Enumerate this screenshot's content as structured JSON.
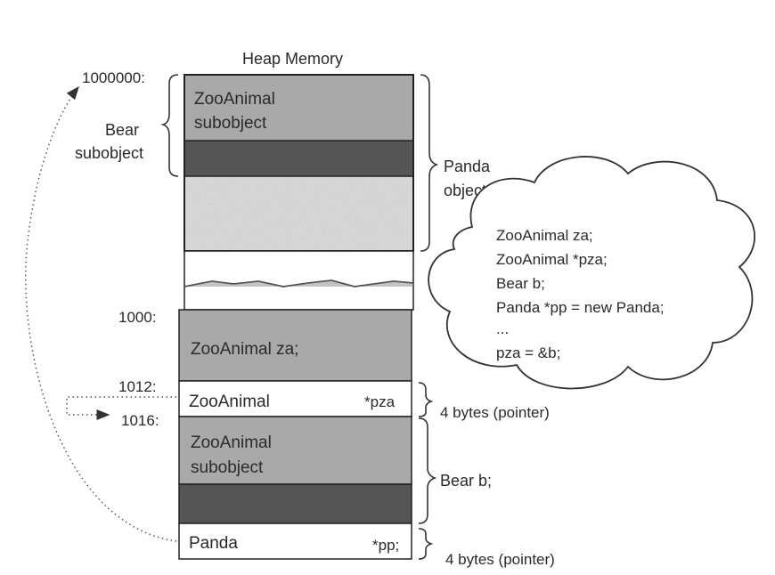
{
  "heap_title": "Heap Memory",
  "addresses": {
    "a1000000": "1000000:",
    "a1000": "1000:",
    "a1012": "1012:",
    "a1016": "1016:"
  },
  "heap_block": {
    "zooanimal_line1": "ZooAnimal",
    "zooanimal_line2": "subobject",
    "bear_sub_line1": "Bear",
    "bear_sub_line2": "subobject",
    "panda_line1": "Panda",
    "panda_line2": "object"
  },
  "stack": {
    "za_label": "ZooAnimal za;",
    "pza_type": "ZooAnimal",
    "pza_name": "*pza",
    "pza_size": "4 bytes (pointer)",
    "bear_zoo_line1": "ZooAnimal",
    "bear_zoo_line2": "subobject",
    "bear_label": "Bear b;",
    "pp_type": "Panda",
    "pp_name": "*pp;",
    "pp_size": "4 bytes (pointer)"
  },
  "code_cloud": {
    "lines": [
      "ZooAnimal za;",
      "ZooAnimal *pza;",
      "Bear b;",
      "Panda *pp = new Panda;",
      "...",
      "pza = &b;"
    ]
  },
  "colors": {
    "gray_light": "#a9a9a9",
    "gray_dark": "#555555",
    "speckled": "#c9c9c9",
    "white": "#ffffff"
  }
}
